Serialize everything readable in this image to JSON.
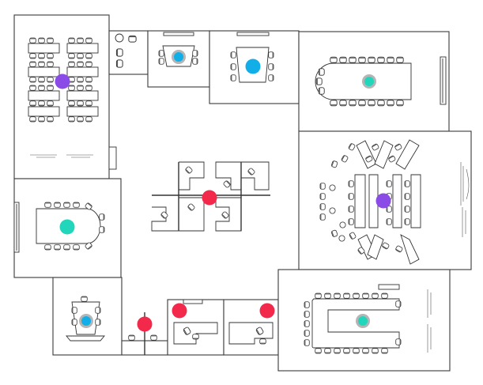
{
  "legend": {
    "desk_blue": "#12aee8",
    "lounge_purple": "#8a4be6",
    "available_red": "#f2294a",
    "conference_teal": "#22d6bc",
    "ring_grey": "#b5b5b5"
  },
  "markers": [
    {
      "id": "open-desks-west",
      "kind": "purple",
      "ring": false
    },
    {
      "id": "office-north-a",
      "kind": "blue",
      "ring": true
    },
    {
      "id": "office-north-b",
      "kind": "blue",
      "ring": false
    },
    {
      "id": "boardroom-north",
      "kind": "teal",
      "ring": true
    },
    {
      "id": "cubicle-cluster",
      "kind": "red",
      "ring": false
    },
    {
      "id": "training-room",
      "kind": "purple",
      "ring": false
    },
    {
      "id": "meeting-west",
      "kind": "teal",
      "ring": false
    },
    {
      "id": "office-south",
      "kind": "blue",
      "ring": true
    },
    {
      "id": "hallway-south",
      "kind": "red",
      "ring": false
    },
    {
      "id": "office-south-b",
      "kind": "red",
      "ring": false
    },
    {
      "id": "office-south-c",
      "kind": "red",
      "ring": false
    },
    {
      "id": "u-conference",
      "kind": "teal",
      "ring": true
    }
  ]
}
